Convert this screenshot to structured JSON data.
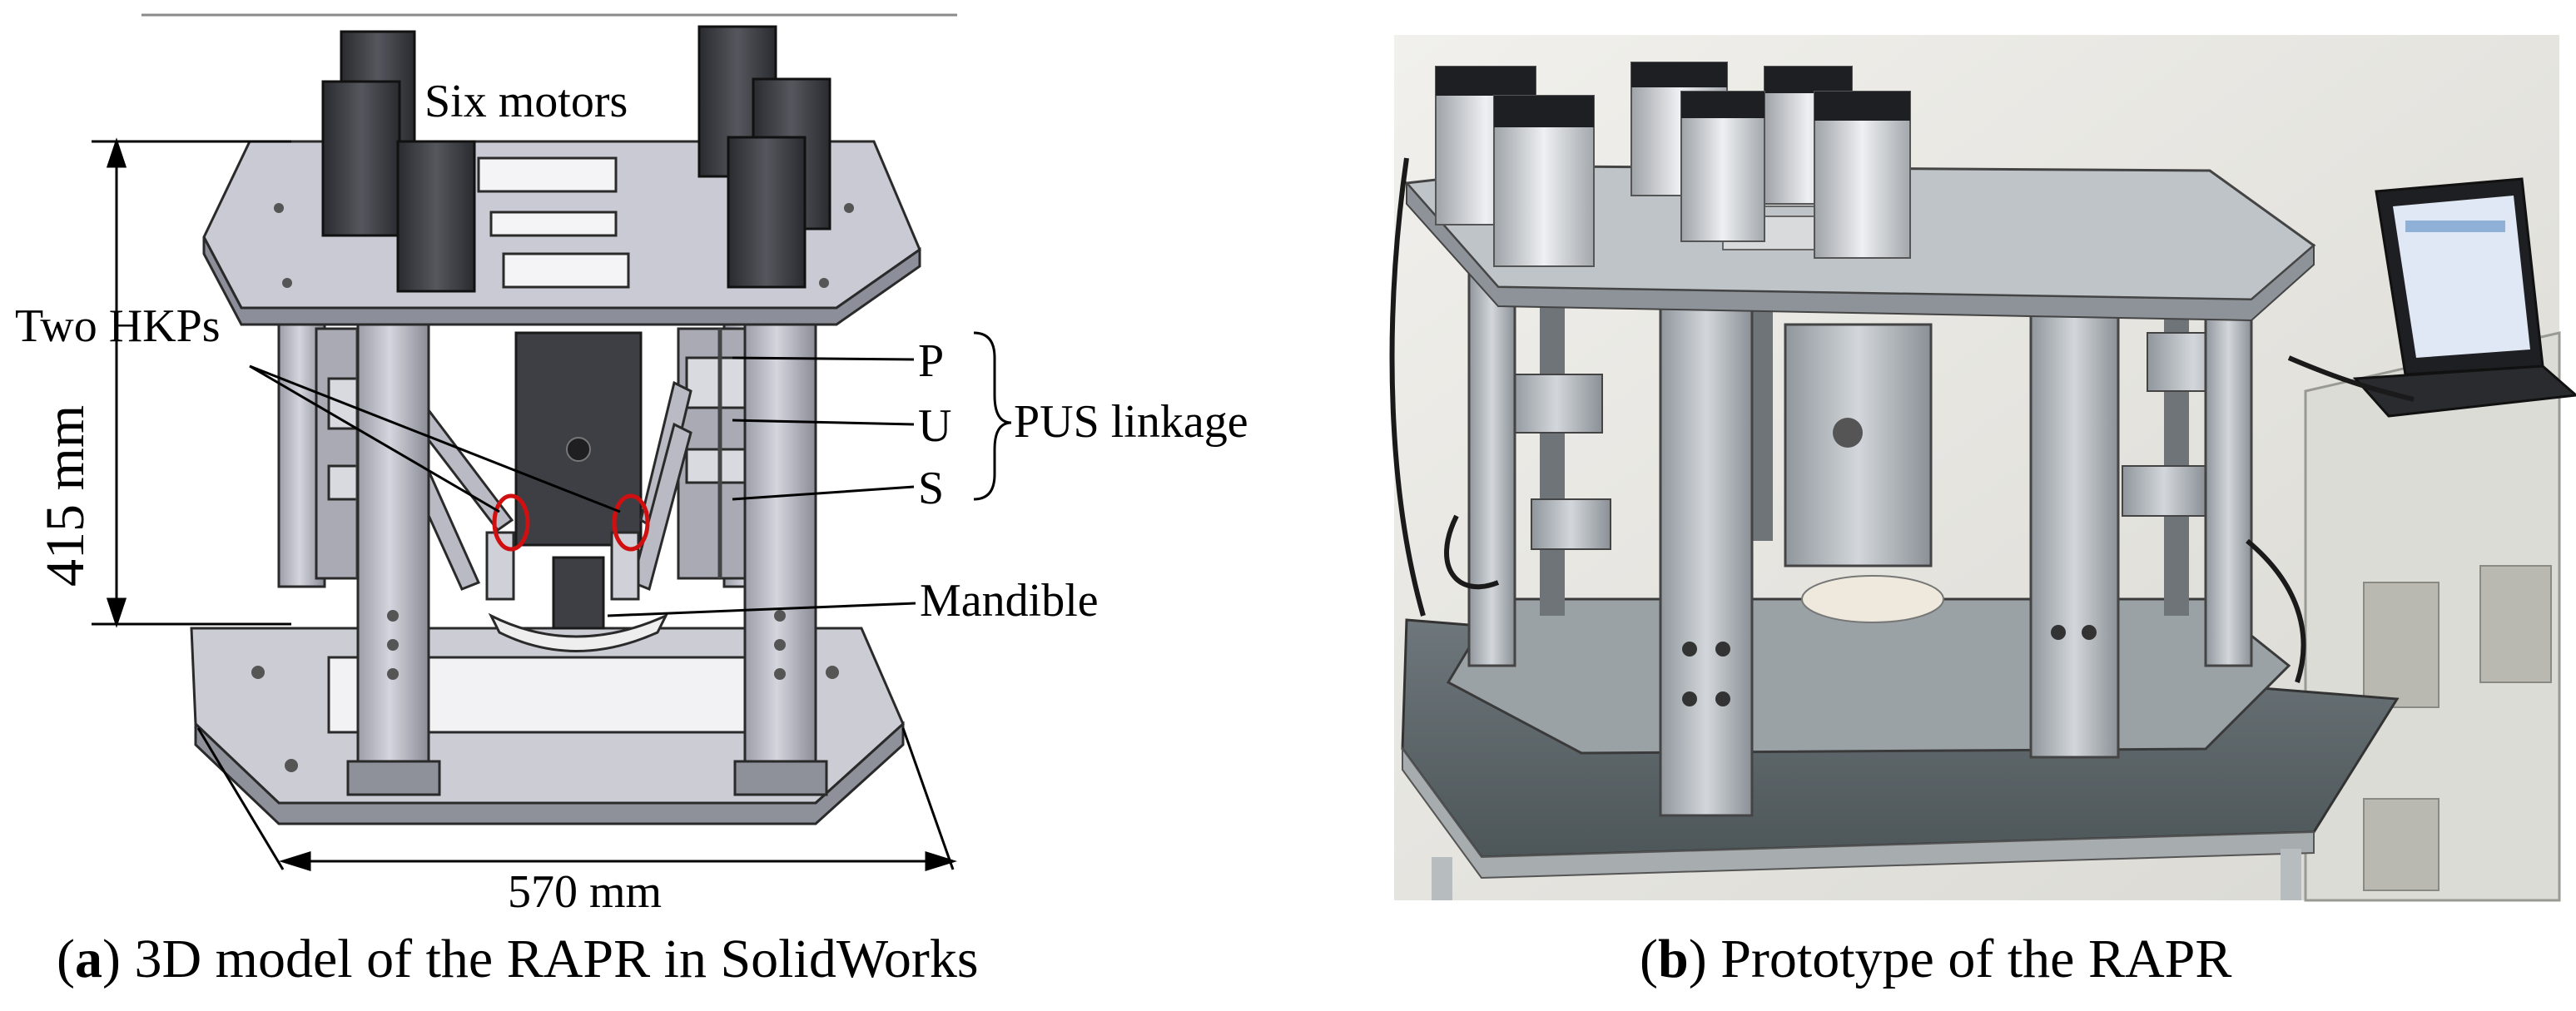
{
  "panel_a": {
    "labels": {
      "motors": "Six motors",
      "hkps": "Two HKPs",
      "p": "P",
      "u": "U",
      "s": "S",
      "linkage": "PUS linkage",
      "mandible": "Mandible",
      "height": "415 mm",
      "width": "570 mm"
    },
    "caption": {
      "open": "(",
      "letter": "a",
      "close": ")",
      "text": " 3D model of the RAPR in SolidWorks"
    }
  },
  "panel_b": {
    "caption": {
      "open": "(",
      "letter": "b",
      "close": ")",
      "text": " Prototype of the RAPR"
    }
  },
  "colors": {
    "cad_metal": "#c9cad3",
    "cad_metal_dark": "#8c8e99",
    "motor": "#3a3b40",
    "hkp_marker": "#d01010",
    "photo_bg": "#e9e8e4",
    "photo_metal": "#b7bcc2",
    "photo_table": "#5b6468",
    "cabinet": "#dcdcd6"
  }
}
